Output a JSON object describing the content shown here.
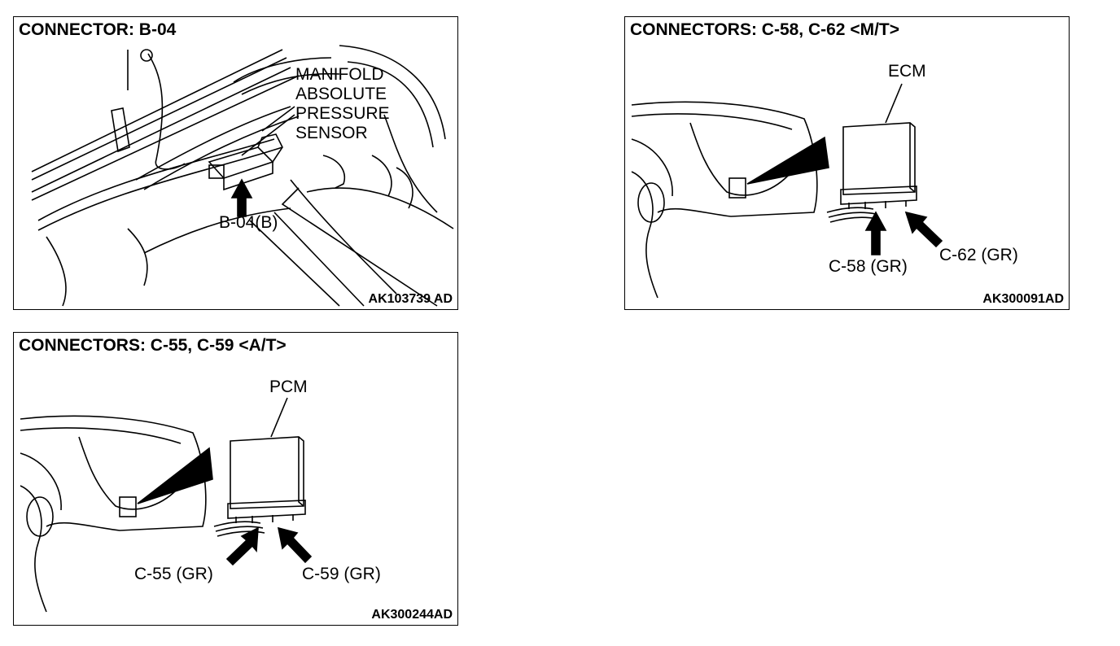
{
  "panels": {
    "b04": {
      "title": "CONNECTOR: B-04",
      "sensor_lines": [
        "MANIFOLD",
        "ABSOLUTE",
        "PRESSURE",
        "SENSOR"
      ],
      "connector_label": "B-04(B)",
      "code": "AK103739 AD"
    },
    "c58": {
      "title": "CONNECTORS: C-58, C-62 <M/T>",
      "module_label": "ECM",
      "connector_left": "C-58 (GR)",
      "connector_right": "C-62 (GR)",
      "code": "AK300091AD"
    },
    "c55": {
      "title": "CONNECTORS: C-55, C-59 <A/T>",
      "module_label": "PCM",
      "connector_left": "C-55 (GR)",
      "connector_right": "C-59 (GR)",
      "code": "AK300244AD"
    }
  },
  "colors": {
    "line": "#000000",
    "background": "#ffffff"
  }
}
